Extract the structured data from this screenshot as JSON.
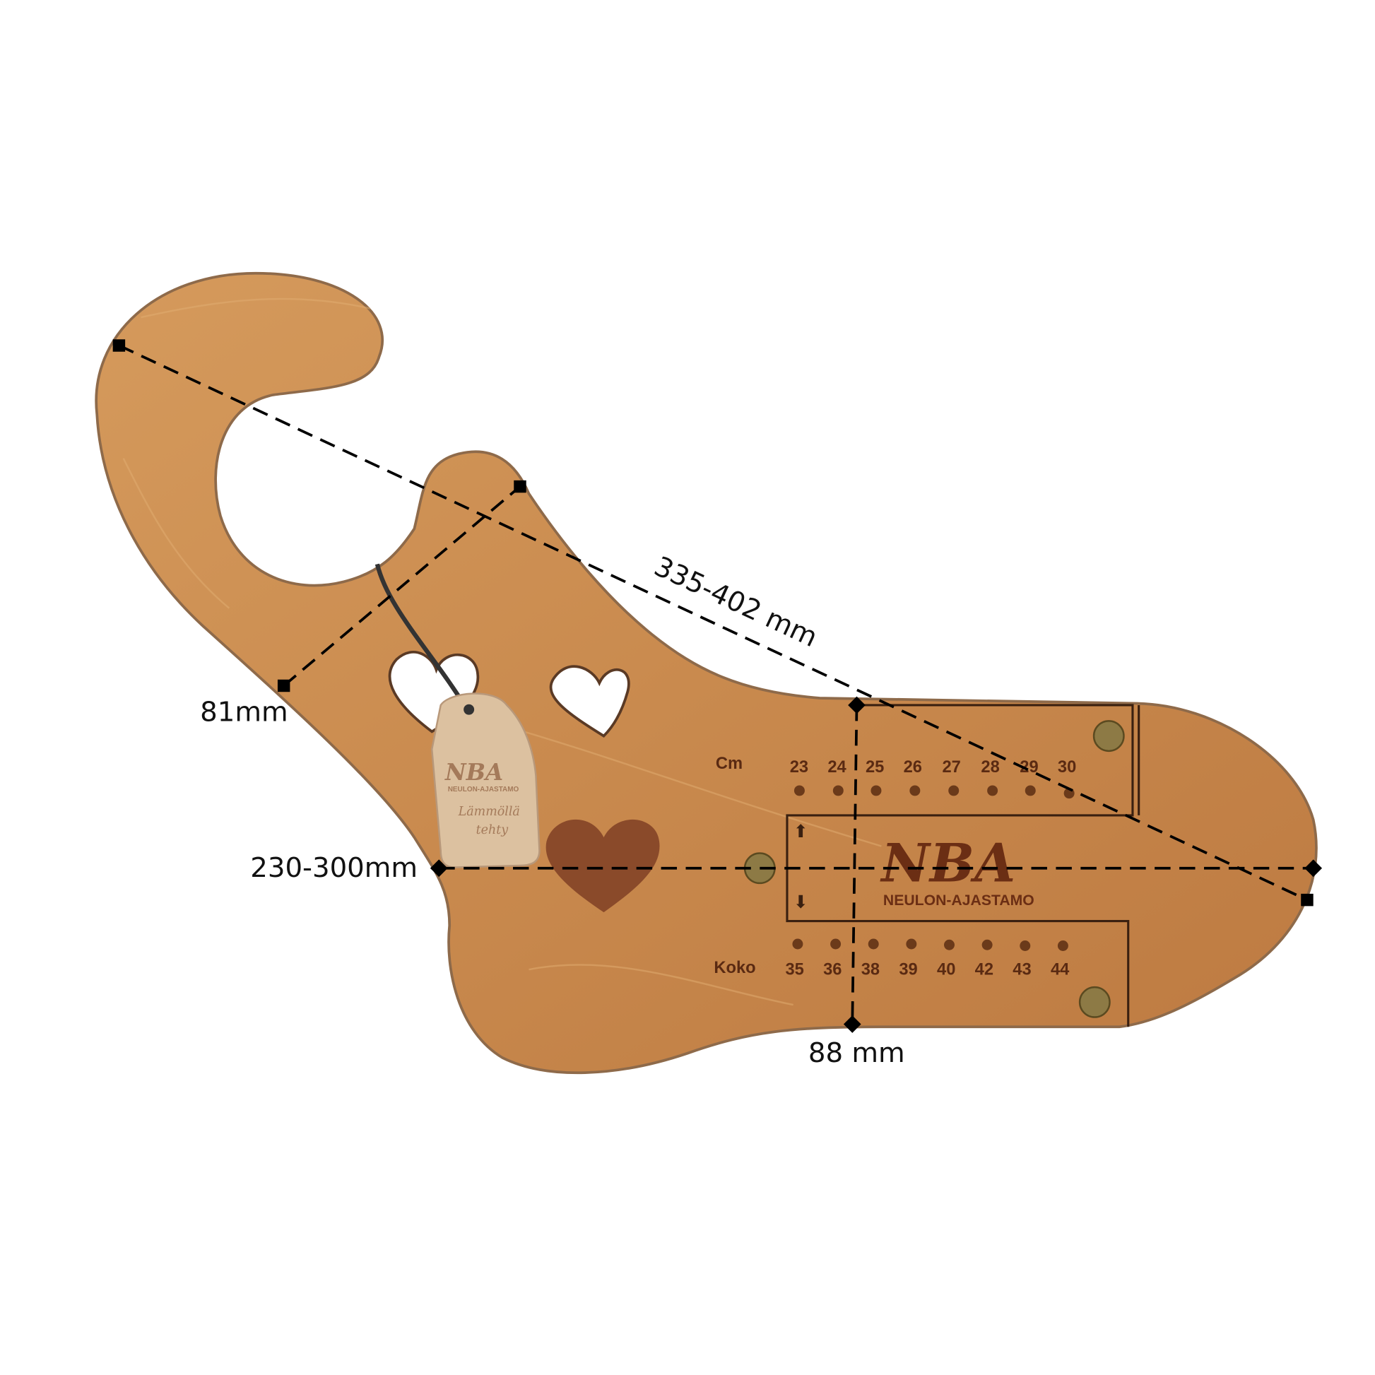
{
  "product": {
    "tag": {
      "logo": "NBA",
      "brand": "NEULON-AJASTAMO",
      "line1": "Lämmöllä",
      "line2": "tehty"
    },
    "engraving": {
      "logo": "NBA",
      "brand": "NEULON-AJASTAMO",
      "cm_label": "Cm",
      "cm_values": [
        "23",
        "24",
        "25",
        "26",
        "27",
        "28",
        "29",
        "30"
      ],
      "size_label": "Koko",
      "size_values": [
        "35",
        "36",
        "38",
        "39",
        "40",
        "42",
        "43",
        "44"
      ]
    }
  },
  "dimensions": {
    "total_length": "335-402 mm",
    "leg_width": "81mm",
    "foot_length": "230-300mm",
    "foot_width": "88 mm"
  },
  "colors": {
    "wood": "#c98a4e",
    "wood_dark": "#a4622f",
    "heart": "#8a4a2a",
    "rivet": "#8d7a45",
    "line": "#000000"
  }
}
